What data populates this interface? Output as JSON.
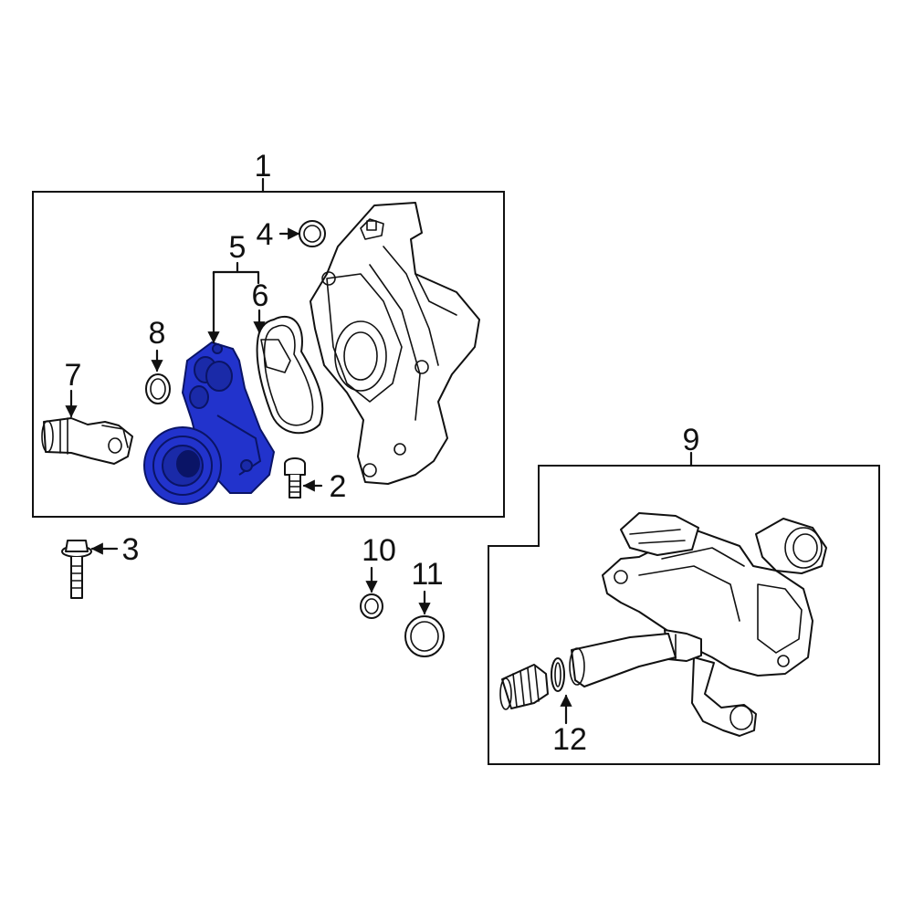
{
  "colors": {
    "highlight": "#2233cc",
    "highlight_dark": "#0a1466",
    "line": "#111111",
    "background": "#ffffff"
  },
  "callouts": {
    "c1": "1",
    "c2": "2",
    "c3": "3",
    "c4": "4",
    "c5": "5",
    "c6": "6",
    "c7": "7",
    "c8": "8",
    "c9": "9",
    "c10": "10",
    "c11": "11",
    "c12": "12"
  }
}
